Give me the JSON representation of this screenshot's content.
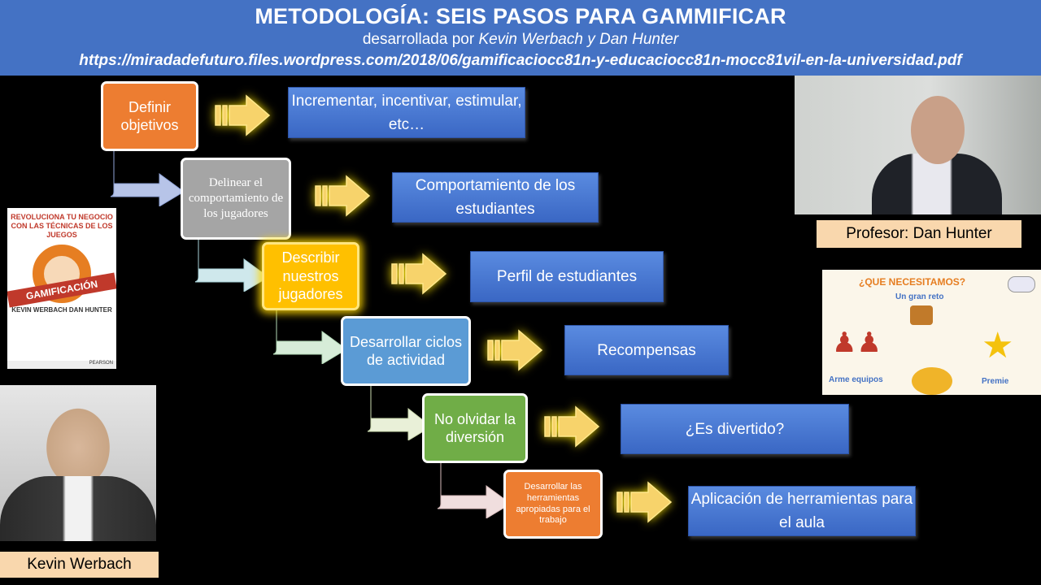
{
  "header": {
    "title": "METODOLOGÍA: SEIS PASOS PARA GAMMIFICAR",
    "subtitle_prefix": "desarrollada por ",
    "subtitle_authors": "Kevin Werbach y Dan Hunter",
    "url": "https://miradadefuturo.files.wordpress.com/2018/06/gamificaciocc81n-y-educaciocc81n-mocc81vil-en-la-universidad.pdf"
  },
  "steps": [
    {
      "label": "Definir objetivos",
      "color": "#ed7d31"
    },
    {
      "label": "Delinear el comportamiento de los jugadores",
      "color": "#a5a5a5"
    },
    {
      "label": "Describir nuestros jugadores",
      "color": "#ffc000"
    },
    {
      "label": "Desarrollar ciclos de actividad",
      "color": "#5b9bd5"
    },
    {
      "label": "No olvidar la diversión",
      "color": "#70ad47"
    },
    {
      "label": "Desarrollar las herramientas apropiadas para el trabajo",
      "color": "#ed7d31"
    }
  ],
  "results": [
    "Incrementar, incentivar, estimular, etc…",
    "Comportamiento de los estudiantes",
    "Perfil de  estudiantes",
    "Recompensas",
    "¿Es divertido?",
    "Aplicación de herramientas para el aula"
  ],
  "book": {
    "title_lines": "REVOLUCIONA TU NEGOCIO CON LAS TÉCNICAS DE LOS JUEGOS",
    "band": "GAMIFICACIÓN",
    "authors": "KEVIN WERBACH DAN HUNTER",
    "publisher": "PEARSON"
  },
  "needs_image": {
    "title": "¿QUE NECESITAMOS?",
    "subtitle": "Un gran reto",
    "left_label": "Arme equipos",
    "right_label": "Premie"
  },
  "captions": {
    "hunter": "Profesor: Dan Hunter",
    "werbach": "Kevin Werbach"
  },
  "colors": {
    "header_bg": "#4472c4",
    "result_bg": "#4a7ad6",
    "arrow_fill": "#f7d36b",
    "caption_bg": "#f9d7ad"
  }
}
